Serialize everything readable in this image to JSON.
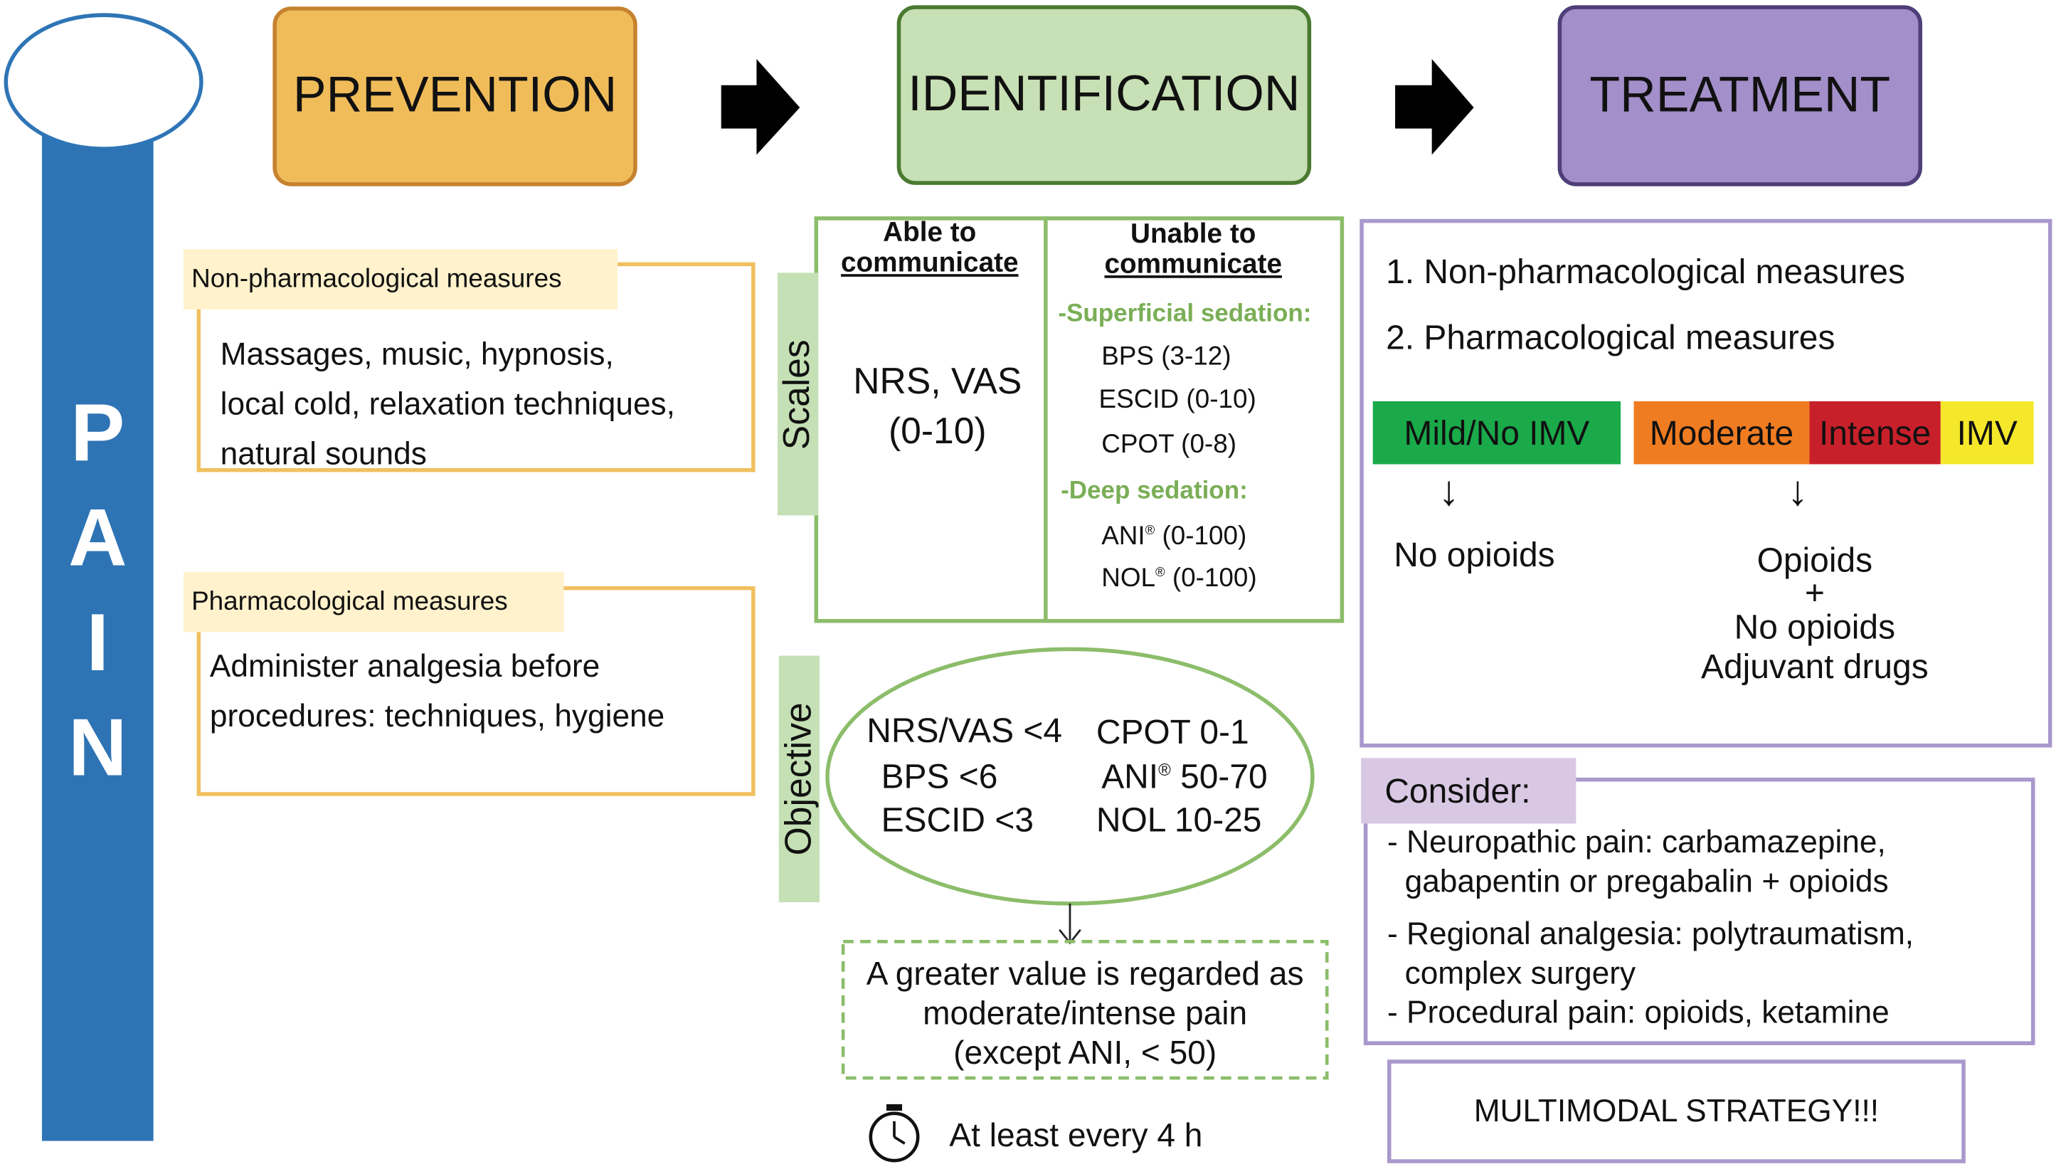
{
  "pain": {
    "letters": [
      "P",
      "A",
      "I",
      "N"
    ],
    "color": "#2e74b5"
  },
  "headers": {
    "prevention": {
      "label": "PREVENTION",
      "color": "#f0bc5a"
    },
    "identification": {
      "label": "IDENTIFICATION",
      "color": "#c7e0b5"
    },
    "treatment": {
      "label": "TREATMENT",
      "color": "#a38fc9"
    }
  },
  "prevention": {
    "non_pharm": {
      "label": "Non-pharmacological measures",
      "lines": [
        "Massages, music, hypnosis,",
        "local cold, relaxation techniques,",
        "natural sounds"
      ]
    },
    "pharm": {
      "label": "Pharmacological measures",
      "lines": [
        "Administer analgesia before",
        "procedures: techniques, hygiene"
      ]
    }
  },
  "identification": {
    "scales_label": "Scales",
    "able": {
      "header_1": "Able to",
      "header_2": "communicate",
      "scale_1": "NRS, VAS",
      "scale_2": "(0-10)"
    },
    "unable": {
      "header_1": "Unable to",
      "header_2": "communicate",
      "superficial": "-Superficial sedation:",
      "superficial_items": [
        "BPS (3-12)",
        "ESCID (0-10)",
        "CPOT (0-8)"
      ],
      "deep": "-Deep sedation:",
      "deep_items": [
        {
          "name": "ANI",
          "range": " (0-100)"
        },
        {
          "name": "NOL",
          "range": " (0-100)"
        }
      ],
      "reg": "®"
    },
    "objective_label": "Objective",
    "objectives": {
      "nrs": "NRS/VAS <4",
      "bps": "BPS <6",
      "escid": "ESCID <3",
      "cpot": "CPOT 0-1",
      "ani_name": "ANI",
      "ani_range": " 50-70",
      "nol": "NOL 10-25"
    },
    "note_lines": [
      "A greater value is regarded as",
      "moderate/intense pain",
      "(except ANI, < 50)"
    ],
    "frequency": "At least every 4 h"
  },
  "treatment": {
    "steps": [
      "1. Non-pharmacological measures",
      "2. Pharmacological measures"
    ],
    "severity": [
      {
        "label": "Mild/No IMV",
        "color": "#1aaa4a"
      },
      {
        "label": "Moderate",
        "color": "#f07c22"
      },
      {
        "label": "Intense",
        "color": "#c8202a"
      },
      {
        "label": "IMV",
        "color": "#f5e82a"
      }
    ],
    "arrow": "↓",
    "mild_result": "No opioids",
    "severe_result": [
      "Opioids",
      "+",
      "No opioids",
      "Adjuvant drugs"
    ],
    "consider": {
      "label": "Consider:",
      "items": [
        [
          "Neuropathic pain: carbamazepine,",
          "gabapentin or pregabalin + opioids"
        ],
        [
          "Regional analgesia: polytraumatism,",
          "complex surgery"
        ],
        [
          "Procedural pain: opioids, ketamine"
        ]
      ]
    },
    "multimodal": "MULTIMODAL STRATEGY!!!"
  }
}
